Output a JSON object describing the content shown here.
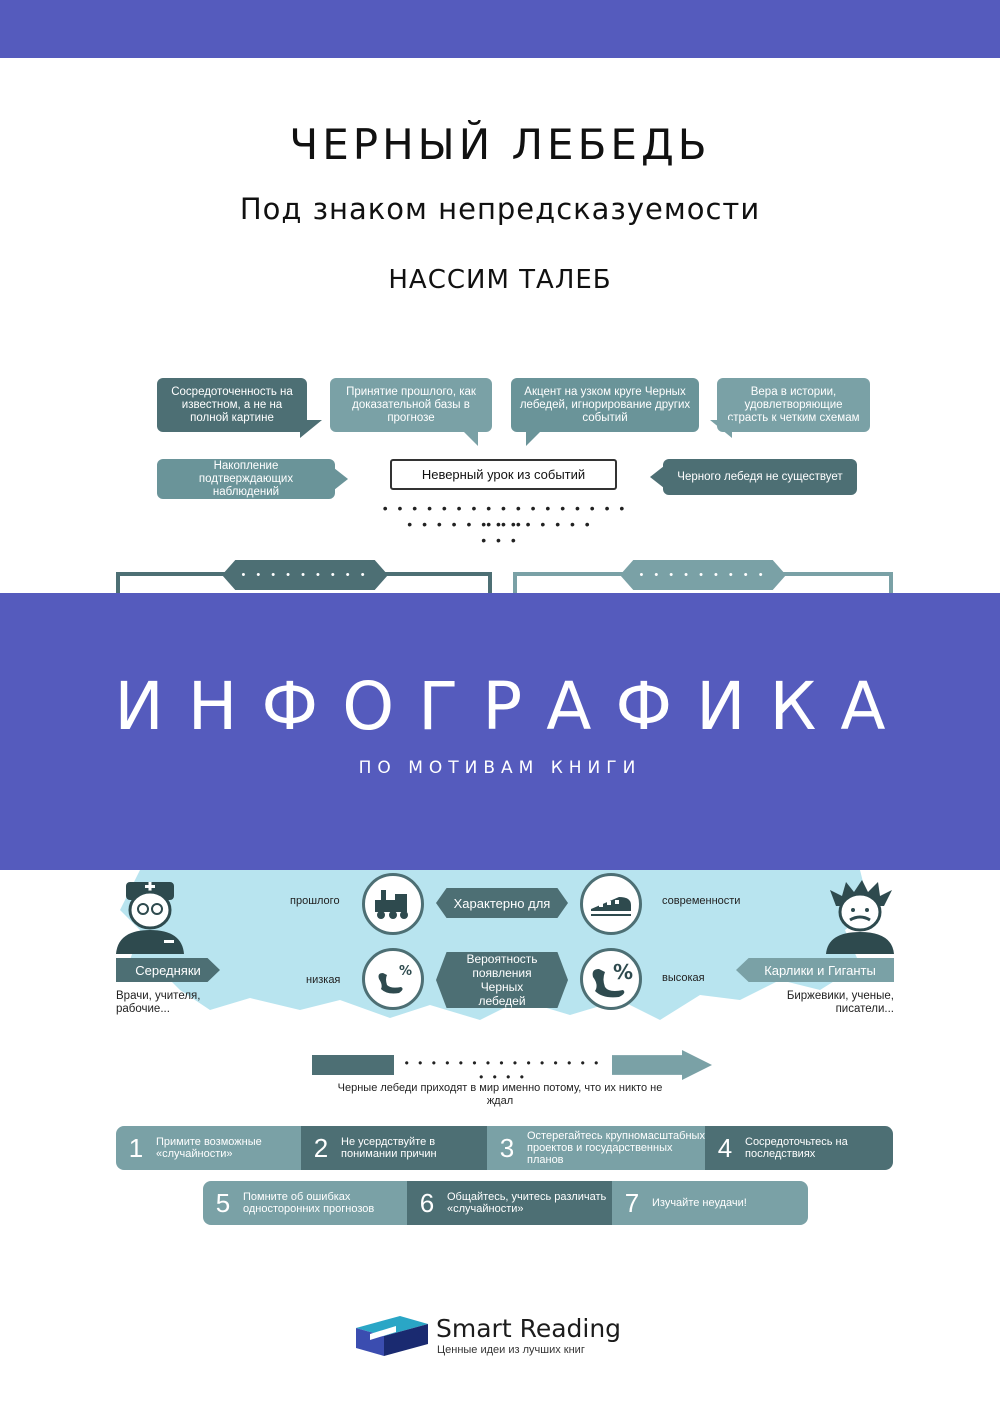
{
  "header": {
    "title": "ЧЕРНЫЙ ЛЕБЕДЬ",
    "subtitle": "Под знаком непредсказуемости",
    "author": "НАССИМ ТАЛЕБ"
  },
  "causes": {
    "bubble1": "Сосредоточенность на известном, а не на полной картине",
    "bubble2": "Принятие прошлого, как доказательной базы в прогнозе",
    "bubble3": "Акцент на узком круге Черных лебедей, игнорирование других событий",
    "bubble4": "Вера в истории, удовлетворяющие страсть к четким схемам",
    "bubble5": "Накопление подтверждающих наблюдений",
    "bubble6": "Черного лебедя не существует",
    "center": "Неверный урок из событий"
  },
  "band": {
    "title": "ИНФОГРАФИКА",
    "subtitle": "ПО МОТИВАМ КНИГИ"
  },
  "compare": {
    "left_group": "Середняки",
    "left_examples": "Врачи, учителя, рабочие...",
    "right_group": "Карлики и Гиганты",
    "right_examples": "Биржевики, ученые, писатели...",
    "row1_left": "прошлого",
    "row1_center": "Характерно для",
    "row1_right": "современности",
    "row2_left": "низкая",
    "row2_center": "Вероятность появления Черных лебедей",
    "row2_right": "высокая",
    "percent": "%"
  },
  "arrow_caption": "Черные лебеди приходят в мир именно потому, что их никто не ждал",
  "steps": [
    {
      "num": "1",
      "text": "Примите возможные «случайности»"
    },
    {
      "num": "2",
      "text": "Не усердствуйте в понимании причин"
    },
    {
      "num": "3",
      "text": "Остерегайтесь крупномасштабных проектов и государственных планов"
    },
    {
      "num": "4",
      "text": "Сосредоточьтесь на последствиях"
    },
    {
      "num": "5",
      "text": "Помните об ошибках односторонних прогнозов"
    },
    {
      "num": "6",
      "text": "Общайтесь, учитесь различать «случайности»"
    },
    {
      "num": "7",
      "text": "Изучайте неудачи!"
    }
  ],
  "brand": {
    "name": "Smart Reading",
    "tagline": "Ценные идеи из лучших книг"
  },
  "colors": {
    "accent": "#555bbd",
    "teal_dark": "#4d6f74",
    "teal_mid": "#6a9499",
    "teal_light": "#7aa1a6",
    "map": "#b8e4ef"
  }
}
